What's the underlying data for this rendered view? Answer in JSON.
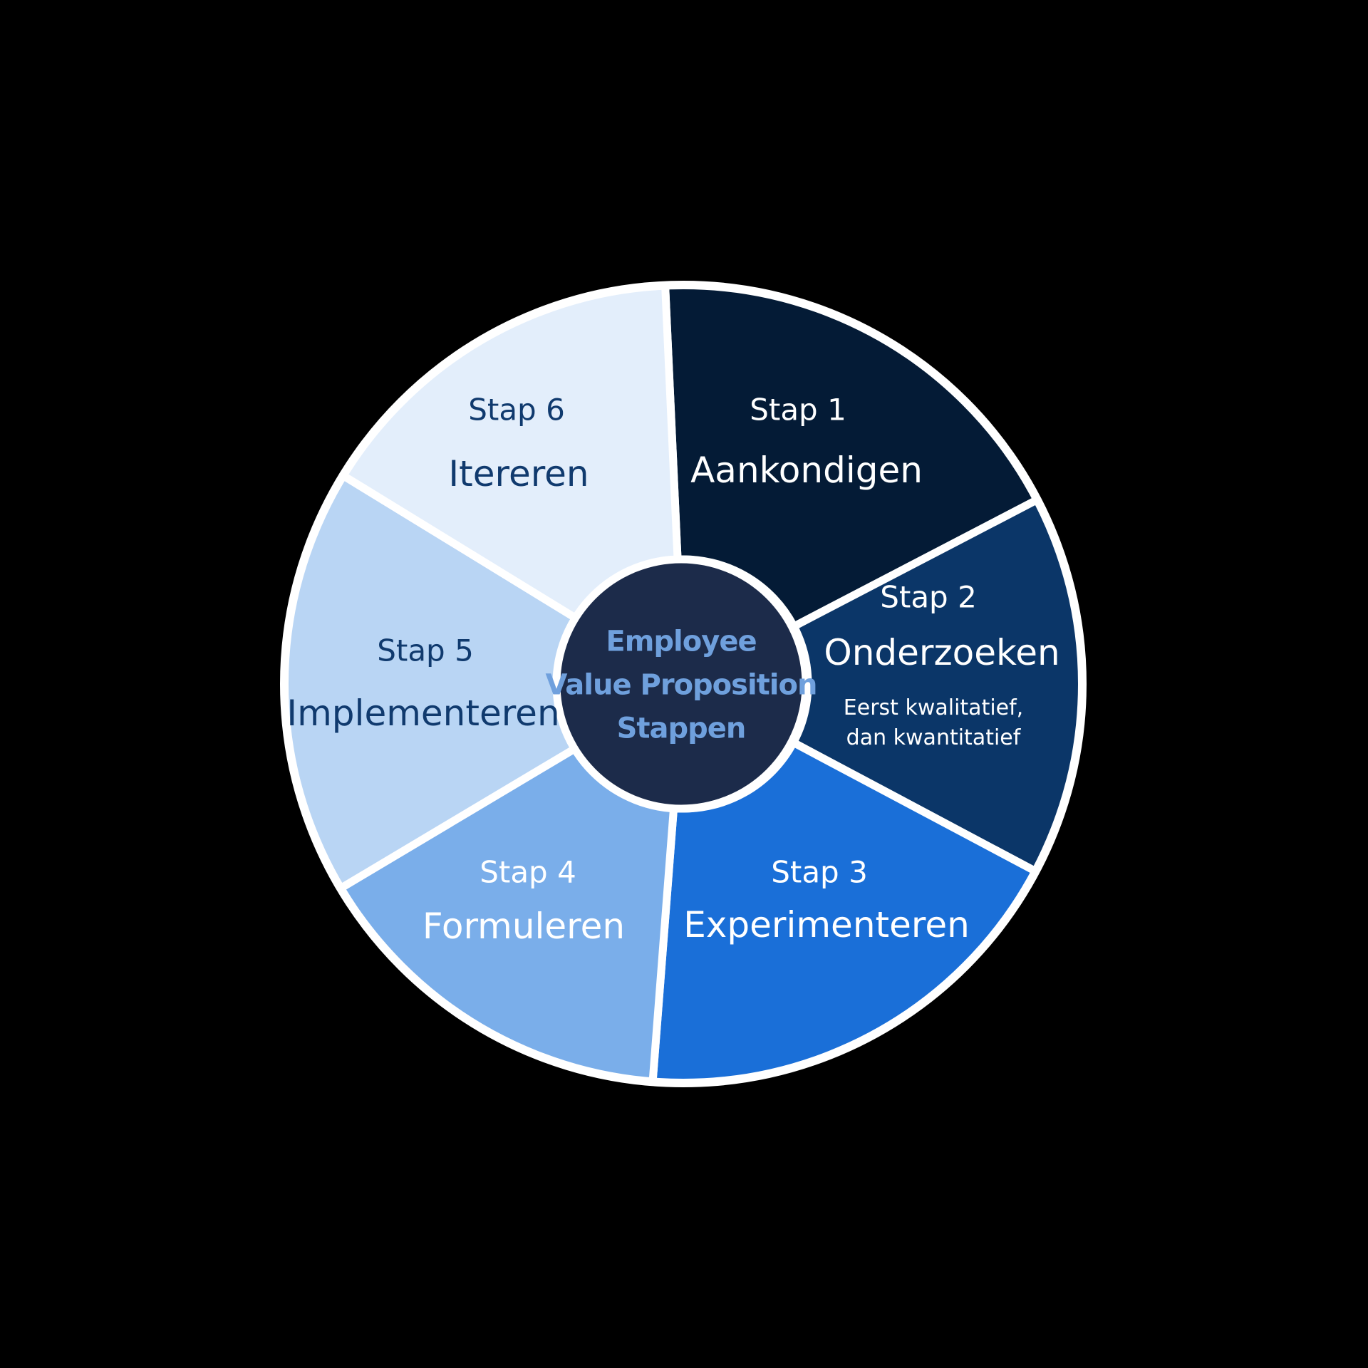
{
  "center": {
    "lines": [
      "Employee",
      "Value Proposition",
      "Stappen"
    ],
    "fill": "#1c2b4a",
    "text_color": "#6fa0dd"
  },
  "segments": [
    {
      "step": "Stap 1",
      "name": "Aankondigen",
      "note": [],
      "fill": "#041b36",
      "text_color": "#ffffff"
    },
    {
      "step": "Stap 2",
      "name": "Onderzoeken",
      "note": [
        "Eerst kwalitatief,",
        "dan kwantitatief"
      ],
      "fill": "#0b3668",
      "text_color": "#ffffff"
    },
    {
      "step": "Stap 3",
      "name": "Experimenteren",
      "note": [],
      "fill": "#1a6fd8",
      "text_color": "#ffffff"
    },
    {
      "step": "Stap 4",
      "name": "Formuleren",
      "note": [],
      "fill": "#7aaeea",
      "text_color": "#ffffff"
    },
    {
      "step": "Stap 5",
      "name": "Implementeren",
      "note": [],
      "fill": "#b9d5f4",
      "text_color": "#103a6e"
    },
    {
      "step": "Stap 6",
      "name": "Itereren",
      "note": [],
      "fill": "#e3eefb",
      "text_color": "#103a6e"
    }
  ],
  "border_color": "#ffffff"
}
